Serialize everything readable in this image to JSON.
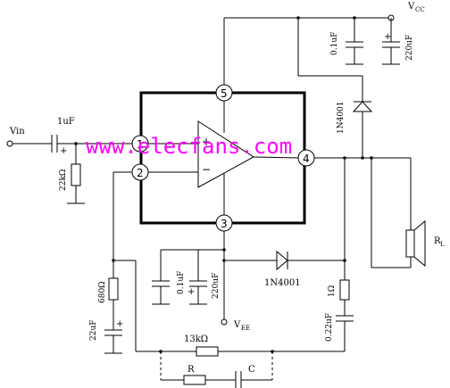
{
  "labels": {
    "vcc": "V",
    "vcc_sub": "CC",
    "vin": "Vin",
    "c_in": "1uF",
    "r_in": "22kΩ",
    "c_01_top": "0.1uF",
    "c_220_top": "220uF",
    "diode_top": "1N4001",
    "rl": "R",
    "rl_sub": "L",
    "r_680": "680Ω",
    "c_22": "22uF",
    "c_01_mid": "0.1uF",
    "c_220_mid": "220uF",
    "diode_mid": "1N4001",
    "r_1": "1Ω",
    "c_022": "0.22uF",
    "vee": "V",
    "vee_sub": "EE",
    "r_13k": "13kΩ",
    "r_fb": "R",
    "c_fb": "C",
    "plus": "+",
    "minus": "−"
  },
  "pins": [
    "1",
    "2",
    "3",
    "4",
    "5"
  ],
  "watermark": "www.elecfans.com"
}
